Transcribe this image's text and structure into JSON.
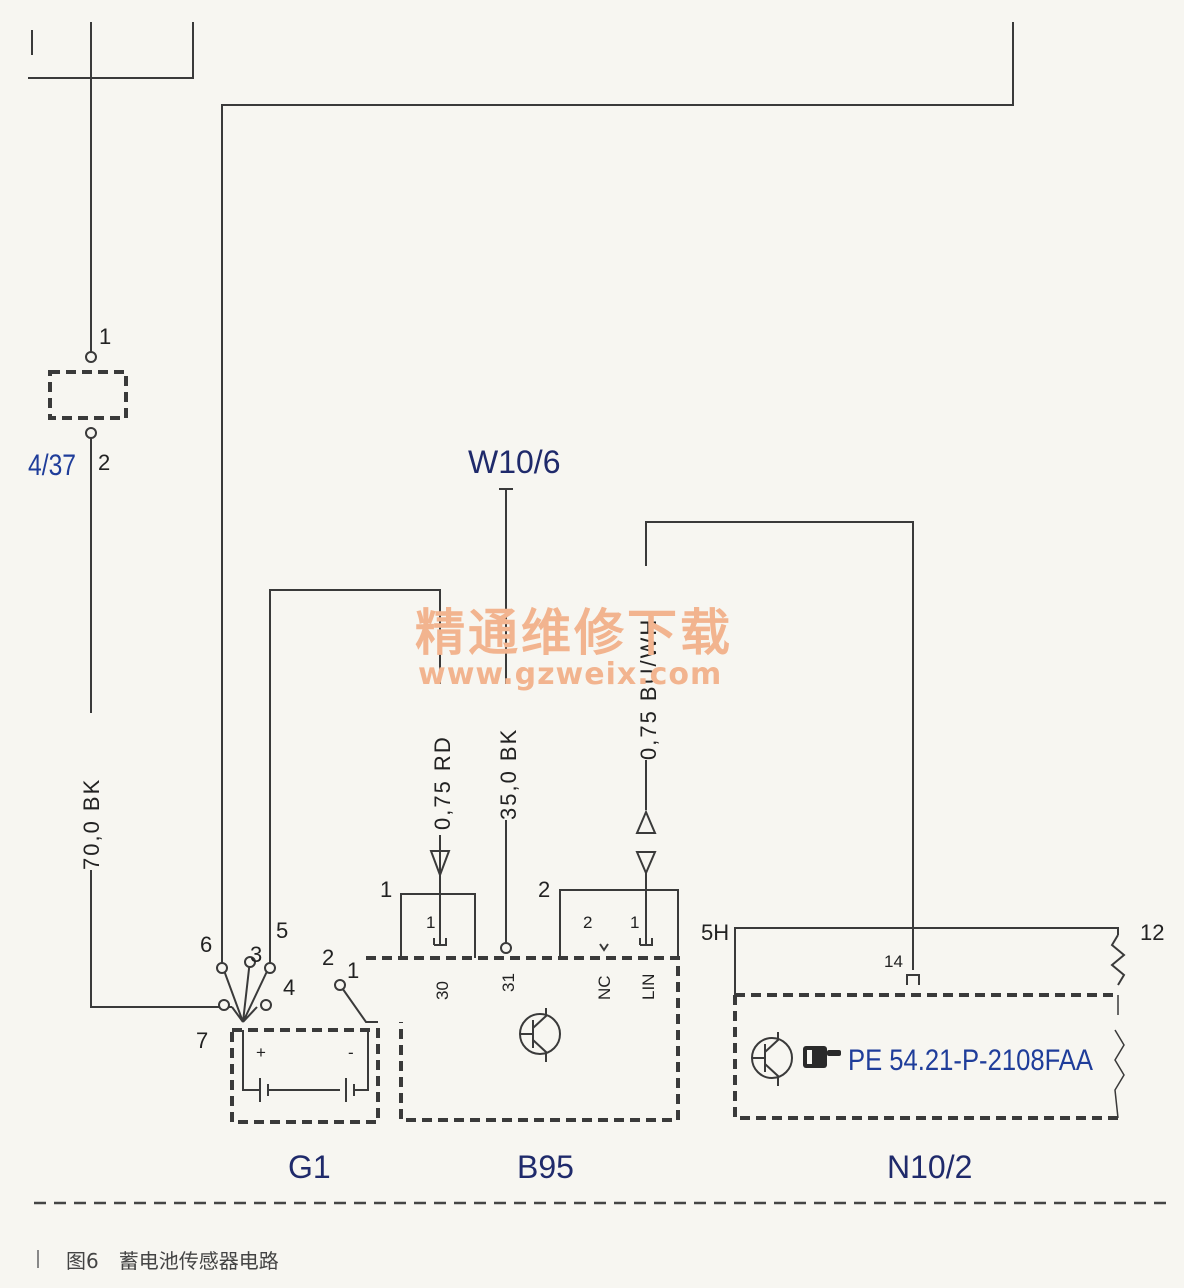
{
  "components": {
    "g1": "G1",
    "b95": "B95",
    "n10_2": "N10/2",
    "w10_6": "W10/6",
    "left_ref": "4/37"
  },
  "wires": {
    "bk70": "70,0 BK",
    "rd075": "0,75 RD",
    "bk35": "35,0 BK",
    "buwh075": "0,75 BU/WH"
  },
  "pins": {
    "fuse_top": "1",
    "fuse_bottom": "2",
    "g1_6": "6",
    "g1_5": "5",
    "g1_3": "3",
    "g1_4": "4",
    "g1_7": "7",
    "g1_2": "2",
    "g1_1": "1",
    "b95_left_group": "1",
    "b95_right_group": "2",
    "b95_30_pin": "1",
    "b95_nc_pin": "2",
    "b95_lin_pin": "1",
    "b95_30": "30",
    "b95_31": "31",
    "b95_nc": "NC",
    "b95_lin": "LIN",
    "n10_5h": "5H",
    "n10_14": "14",
    "n10_right": "12"
  },
  "battery": {
    "plus": "+",
    "minus": "-"
  },
  "reference": "PE 54.21-P-2108FAA",
  "watermark": {
    "line1": "精通维修下载",
    "line2": "www.gzweix.com"
  },
  "caption": "图6　蓄电池传感器电路",
  "colors": {
    "ink": "#3a3a3a",
    "component_label": "#1f2a6b",
    "reference": "#1f3d9a",
    "watermark": "#f2b48f"
  }
}
